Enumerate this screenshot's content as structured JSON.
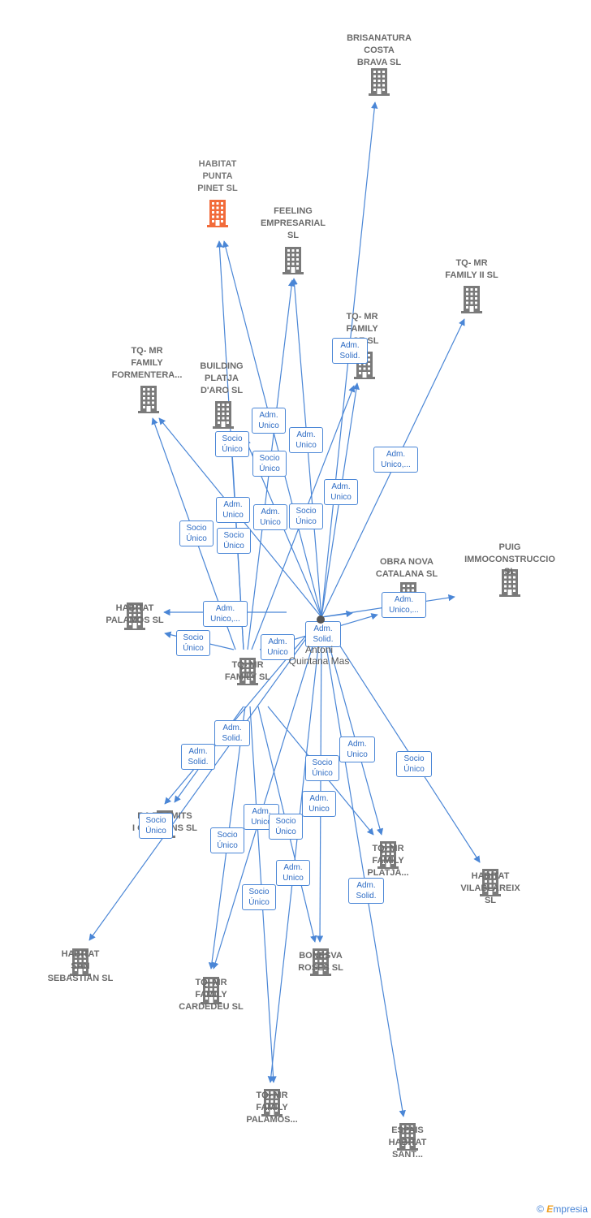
{
  "colors": {
    "edge": "#4a86d6",
    "building": "#7a7a7a",
    "highlight": "#f26b3a"
  },
  "center": {
    "name": "Antoni\nQuintana Mas"
  },
  "nodes": [
    {
      "id": "brisanatura",
      "label": "BRISANATURA\nCOSTA\nBRAVA SL"
    },
    {
      "id": "habitat_punta_pinet",
      "label": "HABITAT\nPUNTA\nPINET SL",
      "highlight": true
    },
    {
      "id": "feeling",
      "label": "FEELING\nEMPRESARIAL\nSL"
    },
    {
      "id": "tq_ii",
      "label": "TQ- MR\nFAMILY II SL"
    },
    {
      "id": "tq_ese",
      "label": "TQ- MR\nFAMILY\n...SE SL"
    },
    {
      "id": "tq_formentera",
      "label": "TQ- MR\nFAMILY\nFORMENTERA..."
    },
    {
      "id": "building_platja",
      "label": "BUILDING\nPLATJA\nD'ARO SL"
    },
    {
      "id": "puig",
      "label": "PUIG\nIMMOCONSTRUCCIO SL"
    },
    {
      "id": "obra_nova",
      "label": "OBRA NOVA\nCATALANA SL"
    },
    {
      "id": "habitat_palamos",
      "label": "HABITAT\nPALAMOS SL"
    },
    {
      "id": "tq_family",
      "label": "TQ- MR\nFAMILY SL"
    },
    {
      "id": "ra_tramits",
      "label": "RA TRAMITS\nI GESTIONS SL"
    },
    {
      "id": "tq_platja",
      "label": "TQ- MR\nFAMILY\nPLATJA..."
    },
    {
      "id": "habitat_vilablareix",
      "label": "HABITAT\nVILABLAREIX\nSL"
    },
    {
      "id": "habitat_san_sebastian",
      "label": "HABITAT\nSAN\nSEBASTIAN SL"
    },
    {
      "id": "tq_cardedeu",
      "label": "TQ- MR\nFAMILY\nCARDEDEU SL"
    },
    {
      "id": "bonesva",
      "label": "BONESVA\nROSES SL"
    },
    {
      "id": "tq_palamos",
      "label": "TQ- MR\nFAMILY\nPALAMOS..."
    },
    {
      "id": "espais",
      "label": "ESPAIS\nHABITAT\nSANT..."
    }
  ],
  "edge_labels": [
    "Adm.\nSolid.",
    "Adm.\nUnico",
    "Socio\nÚnico",
    "Adm.\nUnico",
    "Socio\nÚnico",
    "Adm.\nUnico,...",
    "Adm.\nUnico",
    "Adm.\nUnico",
    "Socio\nÚnico",
    "Adm.\nUnico",
    "Socio\nÚnico",
    "Socio\nÚnico",
    "Adm.\nUnico,...",
    "Adm.\nUnico,...",
    "Socio\nÚnico",
    "Adm.\nUnico",
    "Adm.\nSolid.",
    "Adm.\nSolid.",
    "Adm.\nUnico",
    "Socio\nÚnico",
    "Adm.\nSolid.",
    "Socio\nÚnico",
    "Adm.\nUnico",
    "Socio\nÚnico",
    "Socio\nÚnico",
    "Adm.\nUnico",
    "Socio\nÚnico",
    "Adm.\nUnico",
    "Socio\nÚnico",
    "Adm.\nSolid."
  ],
  "footer": {
    "copyright": "©",
    "brand_first": "E",
    "brand_rest": "mpresia"
  }
}
